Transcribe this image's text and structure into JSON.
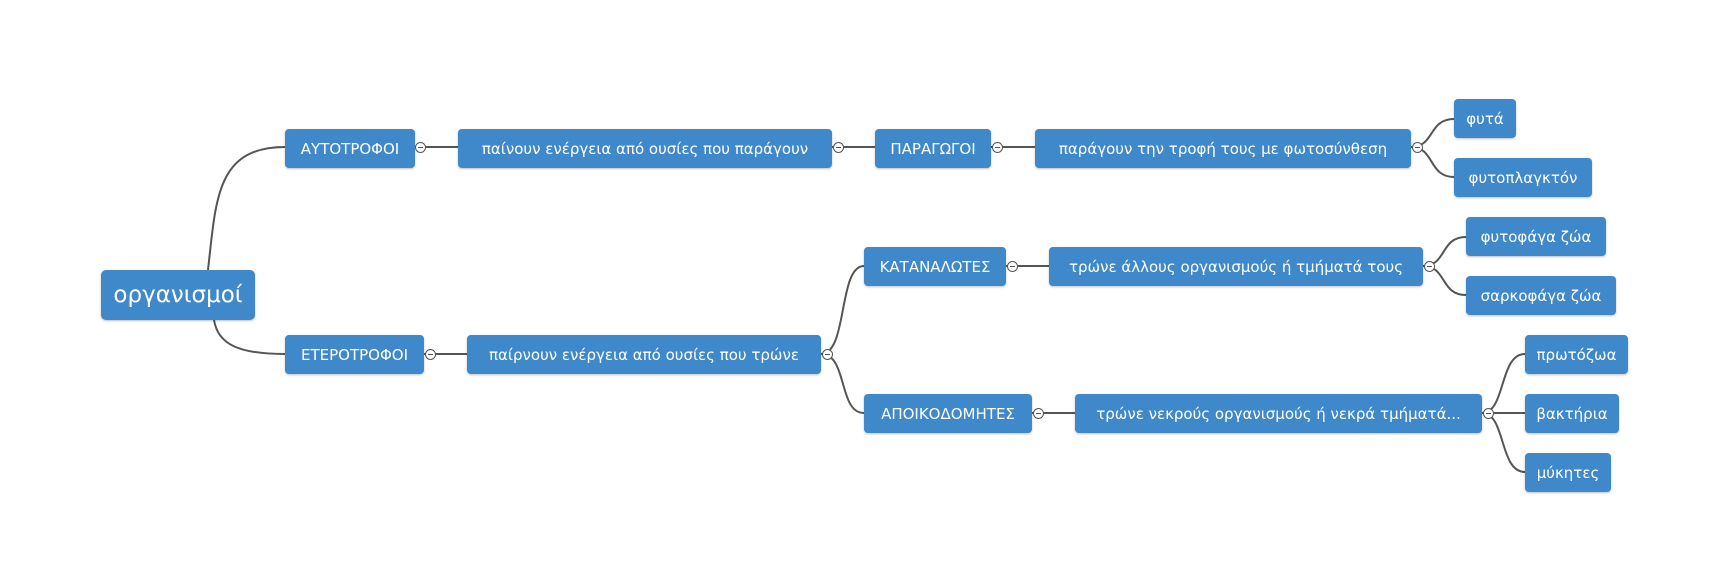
{
  "colors": {
    "node_fill": "#3f88c9",
    "node_text": "#ffffff",
    "connector": "#555555",
    "background": "#ffffff"
  },
  "root": {
    "label": "οργανισμοί"
  },
  "autotrophs": {
    "label": "ΑΥΤΟΤΡΟΦΟΙ",
    "description": "παίνουν ενέργεια από ουσίες που παράγουν",
    "producers": {
      "label": "ΠΑΡΑΓΩΓΟΙ",
      "description": "παράγουν την τροφή τους με φωτοσύνθεση",
      "examples": [
        "φυτά",
        "φυτοπλαγκτόν"
      ]
    }
  },
  "heterotrophs": {
    "label": "ΕΤΕΡΟΤΡΟΦΟΙ",
    "description": "παίρνουν ενέργεια από ουσίες που τρώνε",
    "consumers": {
      "label": "ΚΑΤΑΝΑΛΩΤΕΣ",
      "description": "τρώνε άλλους οργανισμούς ή τμήματά τους",
      "examples": [
        "φυτοφάγα ζώα",
        "σαρκοφάγα ζώα"
      ]
    },
    "decomposers": {
      "label": "ΑΠΟΙΚΟΔΟΜΗΤΕΣ",
      "description": "τρώνε νεκρούς οργανισμούς ή νεκρά τμήματά...",
      "examples": [
        "πρωτόζωα",
        "βακτήρια",
        "μύκητες"
      ]
    }
  }
}
